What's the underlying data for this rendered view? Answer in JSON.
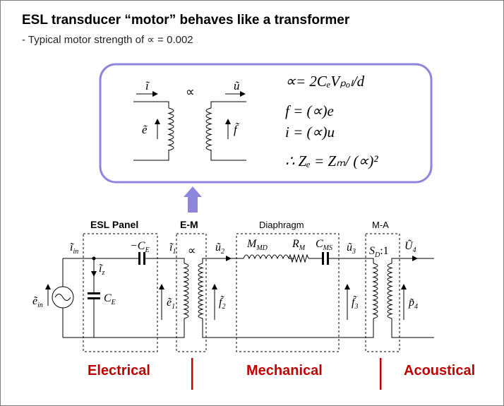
{
  "slide": {
    "title": "ESL transducer “motor” behaves like a transformer",
    "subtitle": "- Typical motor strength of ∝ = 0.002"
  },
  "equations": {
    "eq1": "∝= 2CₑVₚₒₗ/d",
    "eq2": "f = (∝)e",
    "eq3": "i = (∝)u",
    "eq4": "∴ Zₑ = Zₘ/ (∝)²"
  },
  "inset_circuit": {
    "alpha": "∝",
    "i": "ĩ",
    "u": "ũ",
    "e": "ẽ",
    "f": "f̃"
  },
  "main_circuit": {
    "block_labels": {
      "esl_panel": "ESL Panel",
      "em": "E-M",
      "diaphragm": "Diaphragm",
      "ma": "M-A"
    },
    "symbols": {
      "i_in": "ĩ",
      "i_in_sub": "in",
      "e_in": "ẽ",
      "e_in_sub": "in",
      "i_z": "ĩ",
      "i_z_sub": "z",
      "neg_ce": "−C",
      "neg_ce_sub": "E",
      "ce": "C",
      "ce_sub": "E",
      "i1": "ĩ",
      "i1_sub": "1",
      "e1": "ẽ",
      "e1_sub": "1",
      "alpha": "∝",
      "u2": "ũ",
      "u2_sub": "2",
      "f2": "f̃",
      "f2_sub": "2",
      "mmd": "M",
      "mmd_sub": "MD",
      "rm": "R",
      "rm_sub": "M",
      "cms": "C",
      "cms_sub": "MS",
      "u3": "ũ",
      "u3_sub": "3",
      "f3": "f̃",
      "f3_sub": "3",
      "sd": "S",
      "sd_sub": "D",
      "ratio": ":1",
      "U4": "Ũ",
      "U4_sub": "4",
      "p4": "p̃",
      "p4_sub": "4"
    }
  },
  "domains": {
    "electrical": "Electrical",
    "mechanical": "Mechanical",
    "acoustical": "Acoustical"
  },
  "colors": {
    "inset_border": "#8e86dc",
    "arrow_fill": "#8e86dc",
    "domain_text": "#c00000",
    "divider": "#c00000"
  }
}
